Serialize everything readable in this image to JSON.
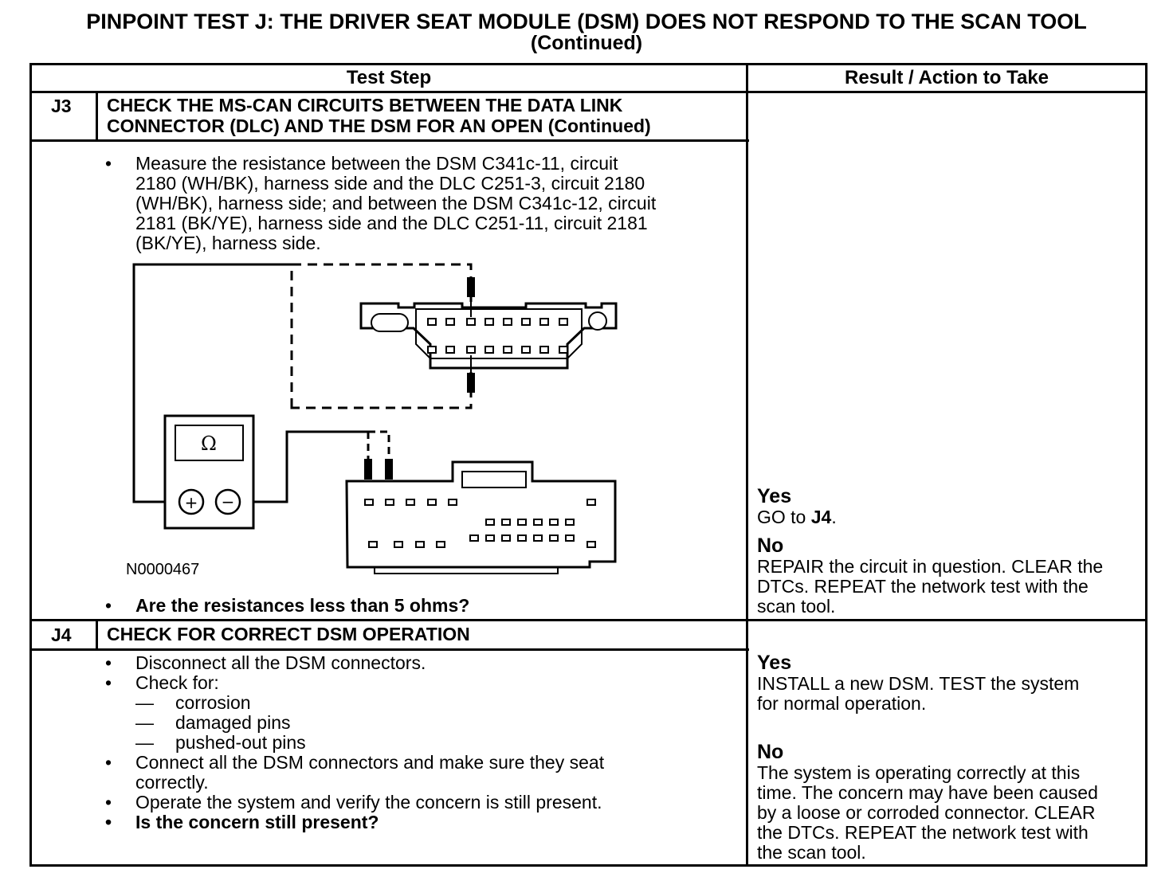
{
  "title": {
    "line1": "PINPOINT TEST  J: THE DRIVER SEAT MODULE (DSM) DOES NOT RESPOND TO THE SCAN TOOL",
    "line2": "(Continued)"
  },
  "table": {
    "col_test_step": "Test Step",
    "col_result": "Result / Action to Take"
  },
  "j3": {
    "id": "J3",
    "heading_line1": "CHECK THE MS-CAN CIRCUITS BETWEEN THE DATA LINK",
    "heading_line2": "CONNECTOR (DLC) AND THE DSM FOR AN OPEN (Continued)",
    "bullet": "•",
    "instruction_lines": [
      "Measure the resistance between the DSM C341c-11, circuit",
      "2180 (WH/BK), harness side and the DLC C251-3, circuit 2180",
      "(WH/BK), harness side; and between the DSM  C341c-12, circuit",
      "2181 (BK/YE), harness side and the DLC C251-11, circuit 2181",
      "(BK/YE), harness side."
    ],
    "figure_id": "N0000467",
    "meter_symbol": "Ω",
    "plus": "+",
    "minus": "−",
    "question": "Are the resistances less than 5 ohms?",
    "yes_label": "Yes",
    "yes_text_pre": "GO to ",
    "yes_text_bold": "J4",
    "yes_text_post": ".",
    "no_label": "No",
    "no_lines": [
      "REPAIR the circuit in question. CLEAR the",
      "DTCs. REPEAT the network test with the",
      "scan tool."
    ]
  },
  "j4": {
    "id": "J4",
    "heading": "CHECK FOR CORRECT DSM OPERATION",
    "bullet": "•",
    "dash": "—",
    "items": {
      "disconnect": "Disconnect all the DSM connectors.",
      "check_for": "Check for:",
      "sub1": "corrosion",
      "sub2": "damaged pins",
      "sub3": "pushed-out pins",
      "connect_l1": "Connect all the DSM connectors and make sure they seat",
      "connect_l2": "correctly.",
      "operate": "Operate the system and verify the concern is still present.",
      "question": "Is the concern still present?"
    },
    "yes_label": "Yes",
    "yes_lines": [
      "INSTALL a new DSM. TEST the system",
      "for normal operation."
    ],
    "no_label": "No",
    "no_lines": [
      "The system is operating correctly at this",
      "time. The concern may have been caused",
      "by a loose or corroded connector. CLEAR",
      "the DTCs. REPEAT the network test with",
      "the scan tool."
    ]
  }
}
